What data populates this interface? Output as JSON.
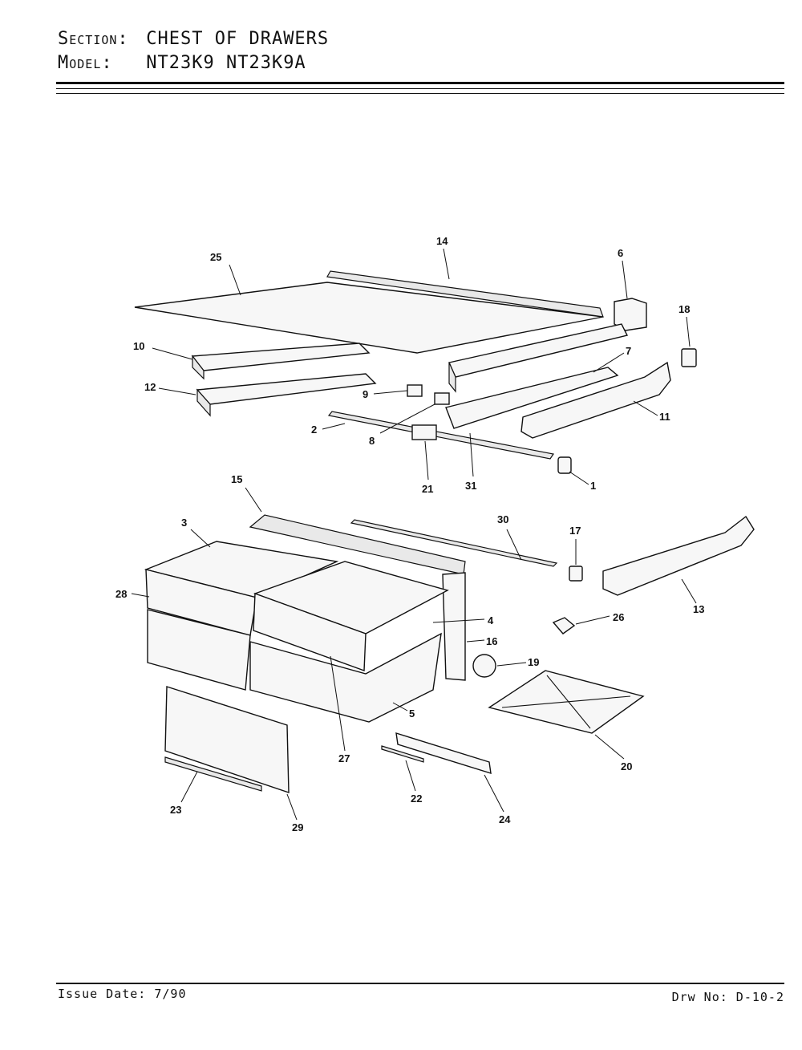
{
  "header": {
    "section_label": "Section:",
    "section_value": "CHEST OF DRAWERS",
    "model_label": "Model:",
    "model_value": "NT23K9  NT23K9A"
  },
  "footer": {
    "issue_date": "Issue Date: 7/90",
    "drawing_no": "Drw No: D-10-2"
  },
  "callouts": [
    {
      "id": "25",
      "label": "25"
    },
    {
      "id": "14",
      "label": "14"
    },
    {
      "id": "6",
      "label": "6"
    },
    {
      "id": "18",
      "label": "18"
    },
    {
      "id": "10",
      "label": "10"
    },
    {
      "id": "7",
      "label": "7"
    },
    {
      "id": "12",
      "label": "12"
    },
    {
      "id": "9",
      "label": "9"
    },
    {
      "id": "11",
      "label": "11"
    },
    {
      "id": "2",
      "label": "2"
    },
    {
      "id": "8",
      "label": "8"
    },
    {
      "id": "21",
      "label": "21"
    },
    {
      "id": "31",
      "label": "31"
    },
    {
      "id": "1",
      "label": "1"
    },
    {
      "id": "15",
      "label": "15"
    },
    {
      "id": "3",
      "label": "3"
    },
    {
      "id": "30",
      "label": "30"
    },
    {
      "id": "17",
      "label": "17"
    },
    {
      "id": "28",
      "label": "28"
    },
    {
      "id": "13",
      "label": "13"
    },
    {
      "id": "26",
      "label": "26"
    },
    {
      "id": "4",
      "label": "4"
    },
    {
      "id": "16",
      "label": "16"
    },
    {
      "id": "19",
      "label": "19"
    },
    {
      "id": "5",
      "label": "5"
    },
    {
      "id": "20",
      "label": "20"
    },
    {
      "id": "27",
      "label": "27"
    },
    {
      "id": "22",
      "label": "22"
    },
    {
      "id": "24",
      "label": "24"
    },
    {
      "id": "23",
      "label": "23"
    },
    {
      "id": "29",
      "label": "29"
    }
  ]
}
